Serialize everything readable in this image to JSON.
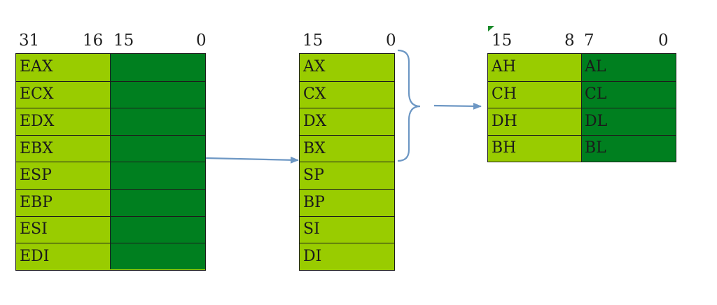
{
  "colors": {
    "light_green": "#99cc00",
    "dark_green": "#007f1f",
    "arrow": "#6d97c4",
    "border": "#1c1c1c"
  },
  "bits32": {
    "b31": "31",
    "b16": "16",
    "b15": "15",
    "b0": "0"
  },
  "bits16": {
    "b15": "15",
    "b0": "0"
  },
  "bits8": {
    "b15": "15",
    "b8": "8",
    "b7": "7",
    "b0": "0"
  },
  "regs32": [
    "EAX",
    "ECX",
    "EDX",
    "EBX",
    "ESP",
    "EBP",
    "ESI",
    "EDI"
  ],
  "regs16": [
    "AX",
    "CX",
    "DX",
    "BX",
    "SP",
    "BP",
    "SI",
    "DI"
  ],
  "regs8_high": [
    "AH",
    "CH",
    "DH",
    "BH"
  ],
  "regs8_low": [
    "AL",
    "CL",
    "DL",
    "BL"
  ]
}
